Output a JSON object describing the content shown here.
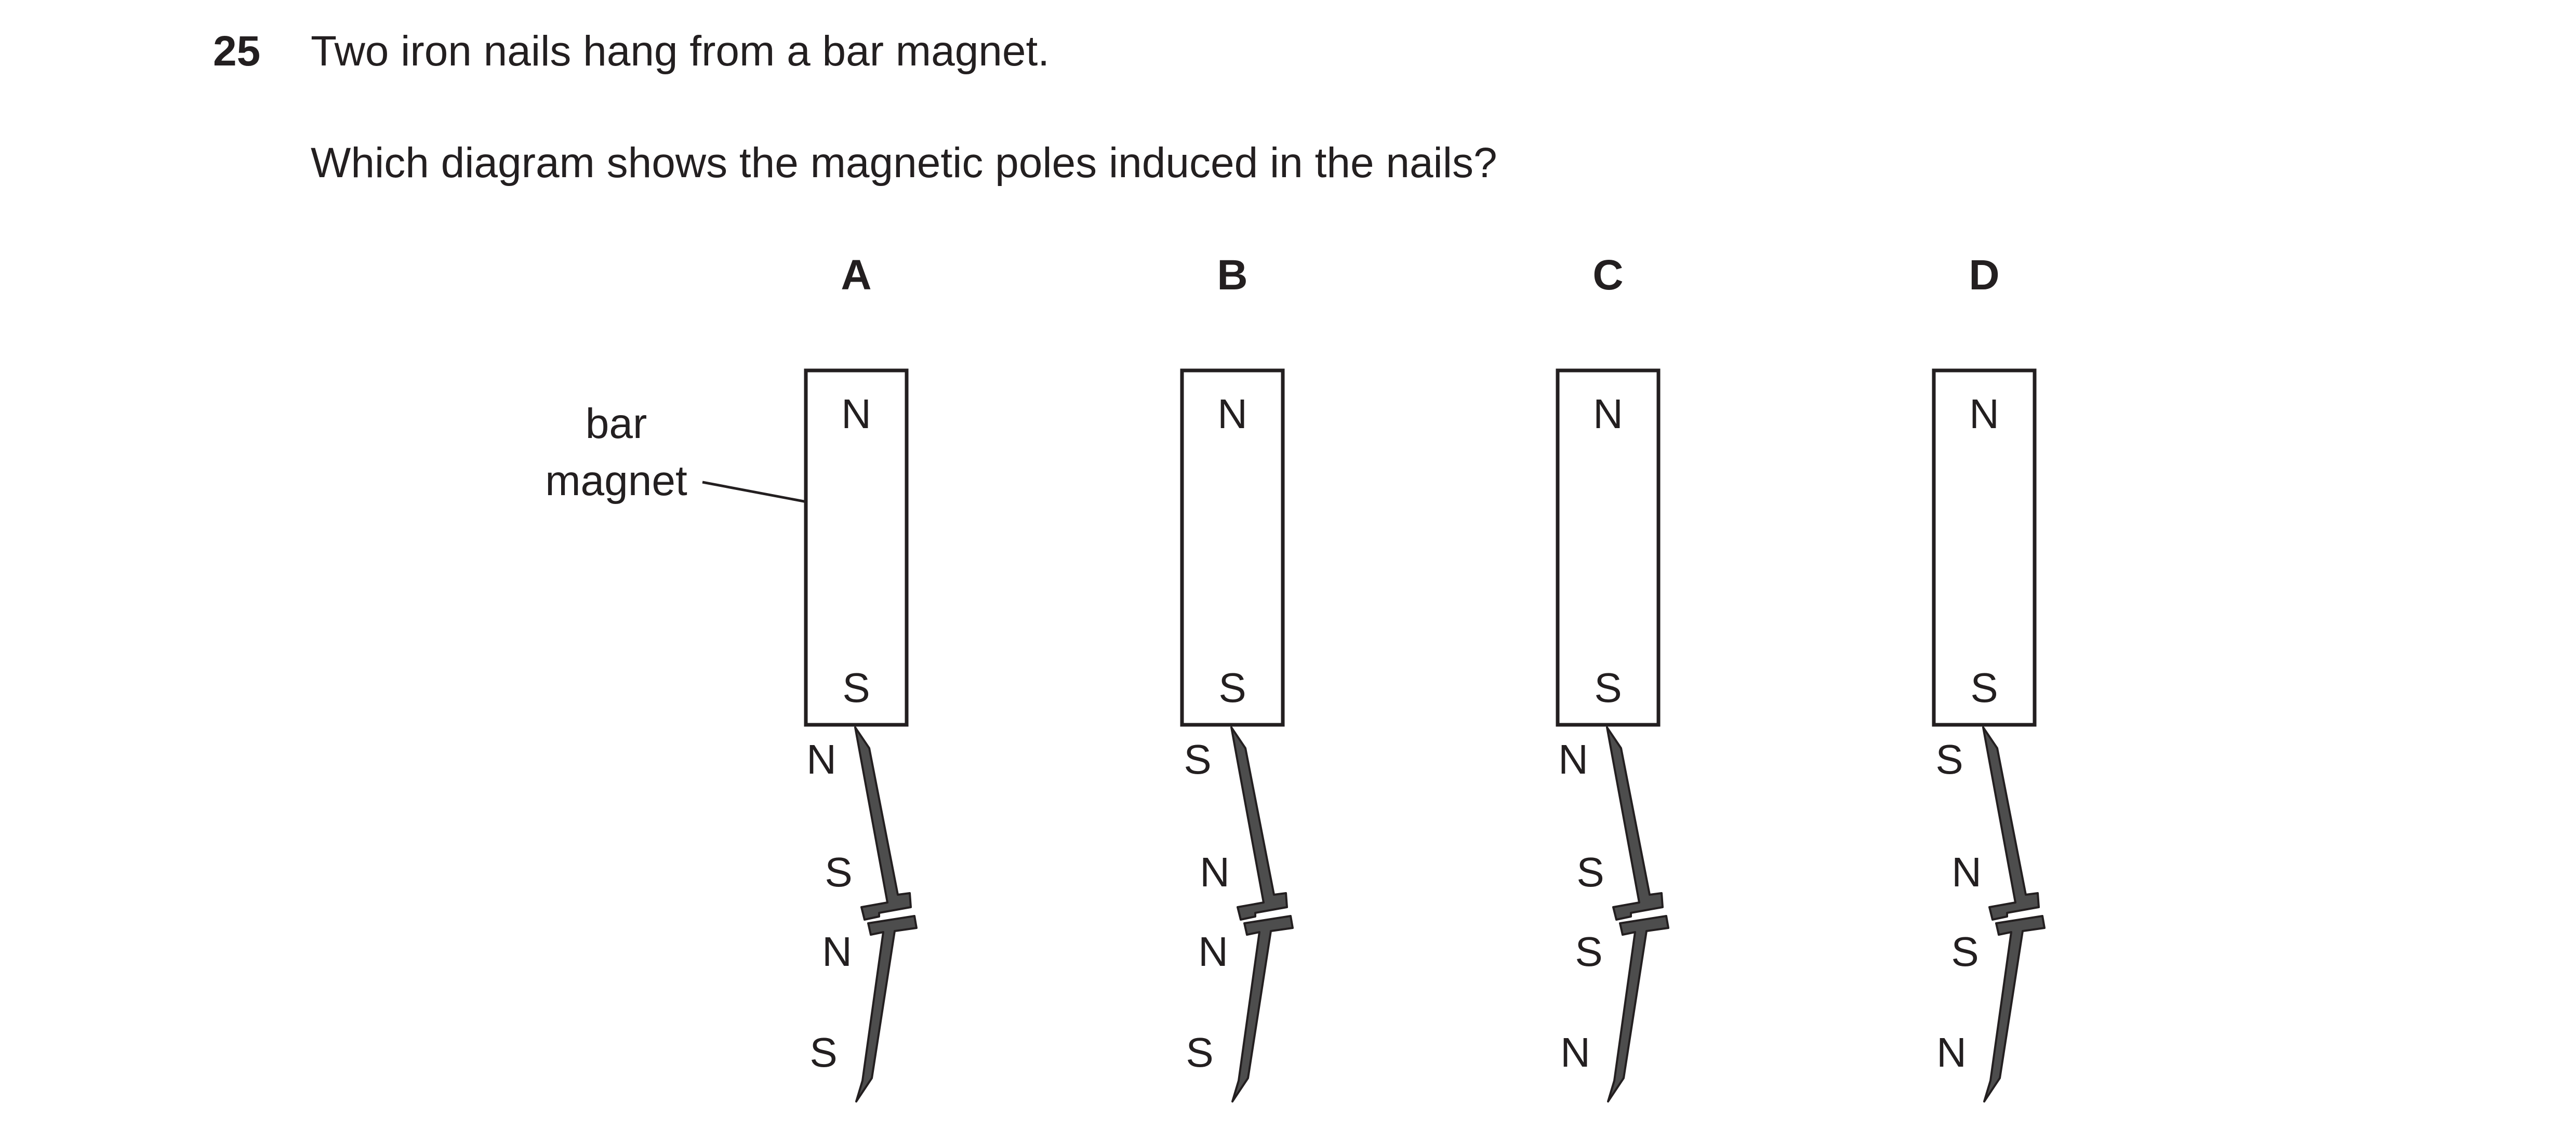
{
  "question": {
    "number": "25",
    "stem": "Two iron nails hang from a bar magnet.",
    "prompt": "Which diagram shows the magnetic poles induced in the nails?"
  },
  "callout": {
    "line1": "bar",
    "line2": "magnet"
  },
  "options": [
    {
      "letter": "A",
      "magnet_top": "N",
      "magnet_bottom": "S",
      "nail1_top": "N",
      "nail1_bottom": "S",
      "nail2_top": "N",
      "nail2_bottom": "S"
    },
    {
      "letter": "B",
      "magnet_top": "N",
      "magnet_bottom": "S",
      "nail1_top": "S",
      "nail1_bottom": "N",
      "nail2_top": "N",
      "nail2_bottom": "S"
    },
    {
      "letter": "C",
      "magnet_top": "N",
      "magnet_bottom": "S",
      "nail1_top": "N",
      "nail1_bottom": "S",
      "nail2_top": "S",
      "nail2_bottom": "N"
    },
    {
      "letter": "D",
      "magnet_top": "N",
      "magnet_bottom": "S",
      "nail1_top": "S",
      "nail1_bottom": "N",
      "nail2_top": "S",
      "nail2_bottom": "N"
    }
  ],
  "colors": {
    "ink": "#231f20",
    "nail_fill": "#4d4d4d"
  }
}
